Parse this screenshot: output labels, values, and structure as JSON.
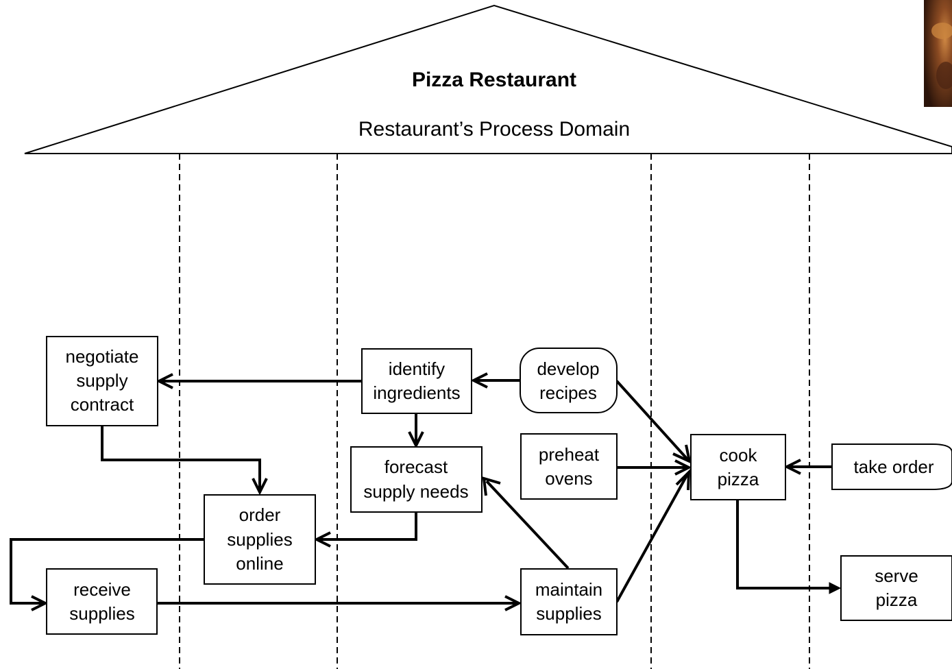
{
  "diagram": {
    "title": "Pizza Restaurant",
    "subtitle": "Restaurant’s Process Domain",
    "colors": {
      "line": "#000000",
      "background": "#ffffff",
      "photo_dark": "#3a1e10",
      "photo_crust": "#b7763c"
    },
    "nodes": {
      "negotiate": {
        "lines": [
          "negotiate",
          "supply",
          "contract"
        ],
        "shape": "rectangle"
      },
      "identify": {
        "lines": [
          "identify",
          "ingredients"
        ],
        "shape": "rectangle"
      },
      "develop": {
        "lines": [
          "develop",
          "recipes"
        ],
        "shape": "rounded"
      },
      "forecast": {
        "lines": [
          "forecast",
          "supply needs"
        ],
        "shape": "rectangle"
      },
      "preheat": {
        "lines": [
          "preheat",
          "ovens"
        ],
        "shape": "rectangle"
      },
      "cook": {
        "lines": [
          "cook",
          "pizza"
        ],
        "shape": "rectangle"
      },
      "take": {
        "lines": [
          "take order"
        ],
        "shape": "rounded"
      },
      "order": {
        "lines": [
          "order",
          "supplies",
          "online"
        ],
        "shape": "rectangle"
      },
      "receive": {
        "lines": [
          "receive",
          "supplies"
        ],
        "shape": "rectangle"
      },
      "maintain": {
        "lines": [
          "maintain",
          "supplies"
        ],
        "shape": "rectangle"
      },
      "serve": {
        "lines": [
          "serve",
          "pizza"
        ],
        "shape": "rectangle"
      }
    },
    "edges": [
      {
        "from": "develop",
        "to": "identify"
      },
      {
        "from": "identify",
        "to": "negotiate"
      },
      {
        "from": "identify",
        "to": "forecast"
      },
      {
        "from": "negotiate",
        "to": "order"
      },
      {
        "from": "forecast",
        "to": "order"
      },
      {
        "from": "order",
        "to": "receive"
      },
      {
        "from": "receive",
        "to": "maintain"
      },
      {
        "from": "maintain",
        "to": "forecast"
      },
      {
        "from": "develop",
        "to": "cook"
      },
      {
        "from": "preheat",
        "to": "cook"
      },
      {
        "from": "maintain",
        "to": "cook"
      },
      {
        "from": "take",
        "to": "cook"
      },
      {
        "from": "cook",
        "to": "serve"
      }
    ],
    "photo_icon": "pizza-photo"
  }
}
